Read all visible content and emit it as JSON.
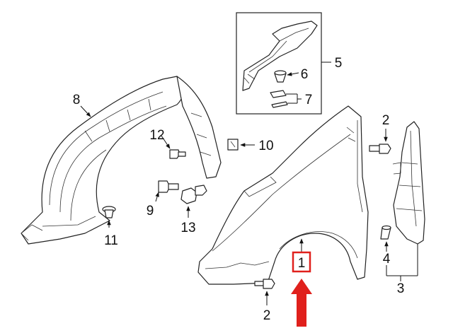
{
  "callouts": {
    "c1": "1",
    "c2a": "2",
    "c2b": "2",
    "c3": "3",
    "c4": "4",
    "c5": "5",
    "c6": "6",
    "c7": "7",
    "c8": "8",
    "c9": "9",
    "c10": "10",
    "c11": "11",
    "c12": "12",
    "c13": "13"
  },
  "colors": {
    "highlight": "#e0201c",
    "line": "#222222"
  }
}
